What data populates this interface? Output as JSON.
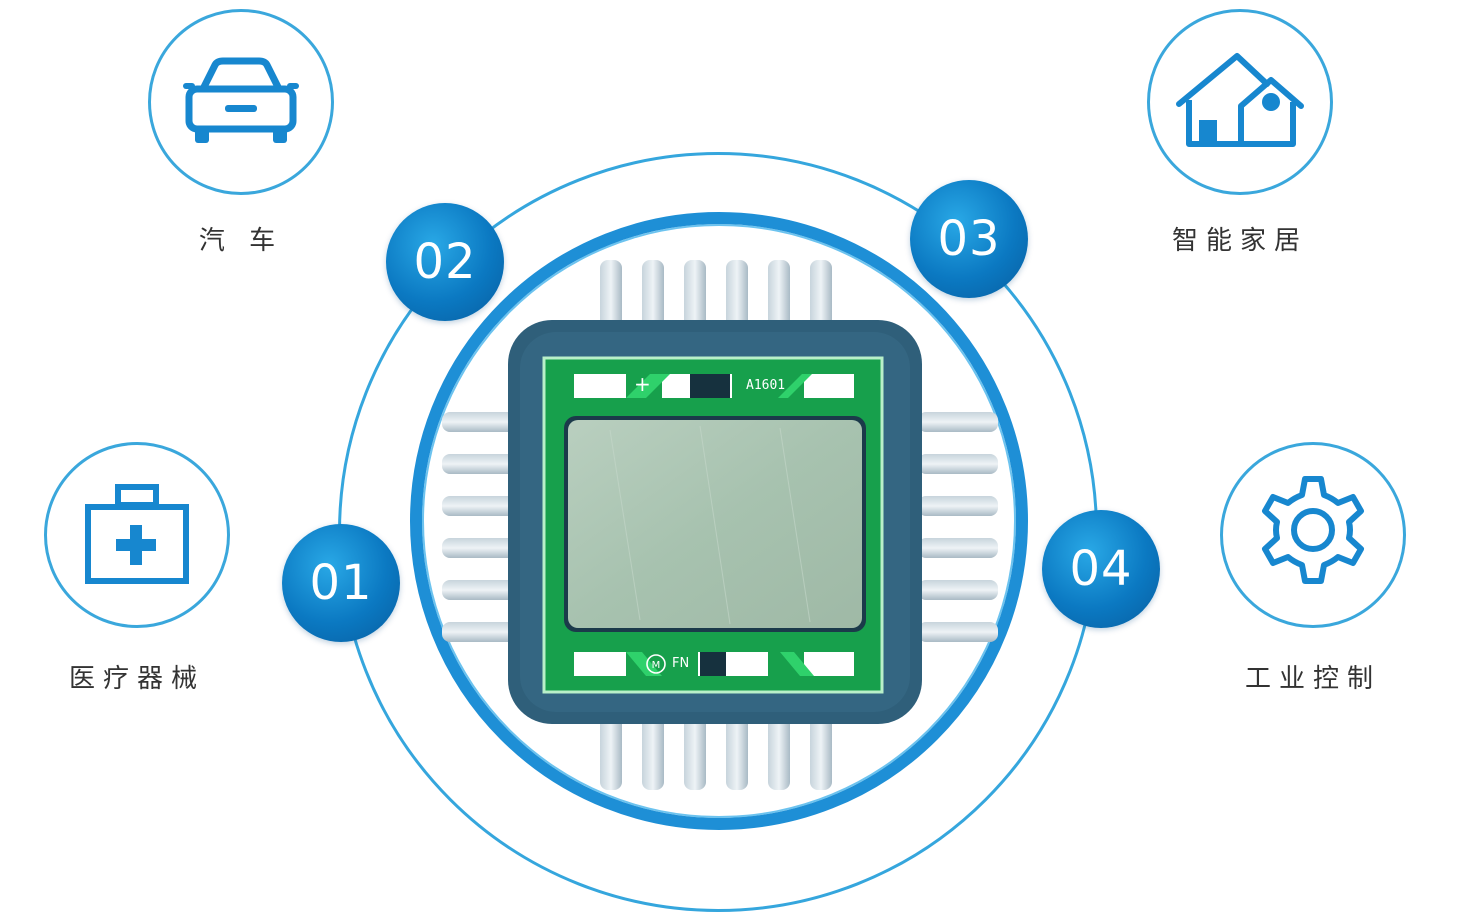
{
  "numbers": {
    "n01": "01",
    "n02": "02",
    "n03": "03",
    "n04": "04"
  },
  "categories": {
    "car": {
      "label": "汽 车",
      "icon": "car-icon"
    },
    "smart_home": {
      "label": "智能家居",
      "icon": "house-icon"
    },
    "medical": {
      "label": "医疗器械",
      "icon": "medical-kit-icon"
    },
    "industrial": {
      "label": "工业控制",
      "icon": "gear-icon"
    }
  },
  "chip": {
    "marking": "A1601",
    "brand": "FN",
    "plus": "+"
  },
  "colors": {
    "accent": "#0b79c2",
    "ring": "#35a6dd",
    "chip_green": "#1aa84f",
    "chip_body": "#2f5f7a"
  }
}
